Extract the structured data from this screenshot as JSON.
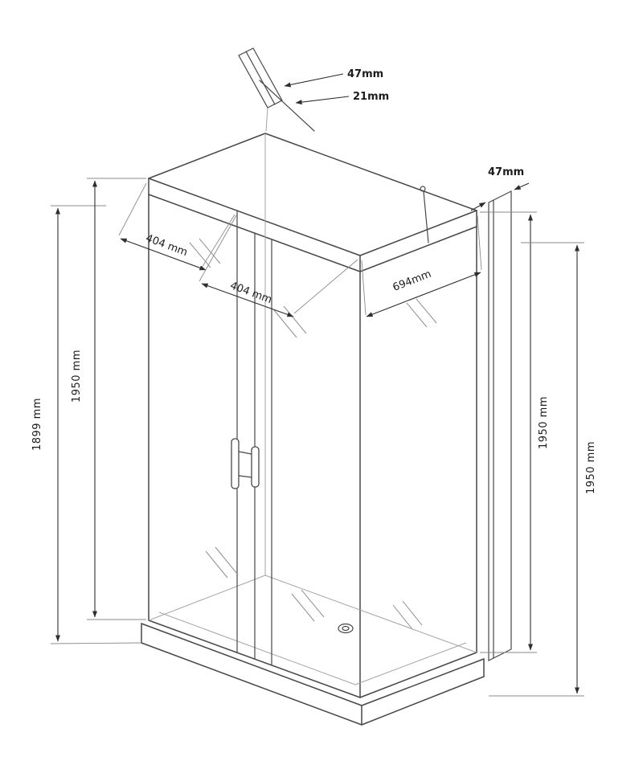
{
  "labels": {
    "top_profile_depth": "47mm",
    "top_profile_inner_depth": "21mm",
    "side_profile_depth": "47mm",
    "door_panel_left_width": "404 mm",
    "door_panel_right_width": "404 mm",
    "side_panel_width": "694mm",
    "height_left_outer": "1899 mm",
    "height_left_inner": "1950 mm",
    "height_right_inner": "1950 mm",
    "height_right_outer": "1950 mm"
  },
  "colors": {
    "structure_line": "#474747",
    "hidden_line": "#a3a3a3",
    "glass_mark": "#8f8f8f",
    "dimension_line": "#2e2e2e",
    "text": "#1c1c1c",
    "background": "#ffffff"
  }
}
